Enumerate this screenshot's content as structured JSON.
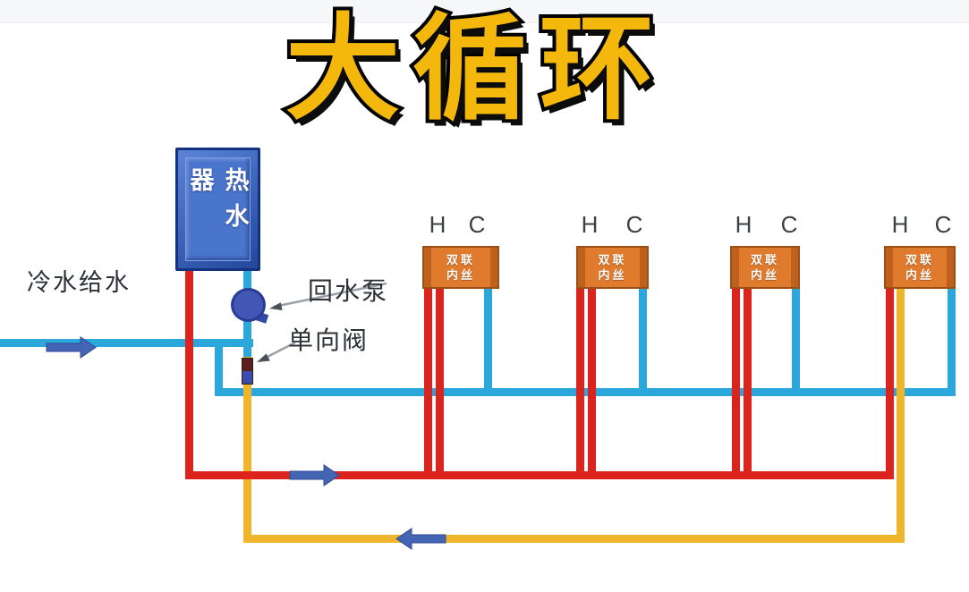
{
  "title": "大循环",
  "labels": {
    "cold_supply": "冷水给水",
    "return_pump": "回水泵",
    "check_valve": "单向阀",
    "water_heater": "热水器"
  },
  "fixtures": {
    "count": 4,
    "items": [
      {
        "hot": "H",
        "cold": "C",
        "box_line1": "双联",
        "box_line2": "内丝"
      },
      {
        "hot": "H",
        "cold": "C",
        "box_line1": "双联",
        "box_line2": "内丝"
      },
      {
        "hot": "H",
        "cold": "C",
        "box_line1": "双联",
        "box_line2": "内丝"
      },
      {
        "hot": "H",
        "cold": "C",
        "box_line1": "双联",
        "box_line2": "内丝"
      }
    ]
  },
  "colors": {
    "hot_pipe": "#dc231e",
    "cold_pipe": "#2ba7dc",
    "return_pipe": "#efb62b",
    "flow_arrow": "#4465b4",
    "title_text": "#f3b80b",
    "heater_body": "#3a62b8",
    "fixture_box": "#e07a2d"
  }
}
